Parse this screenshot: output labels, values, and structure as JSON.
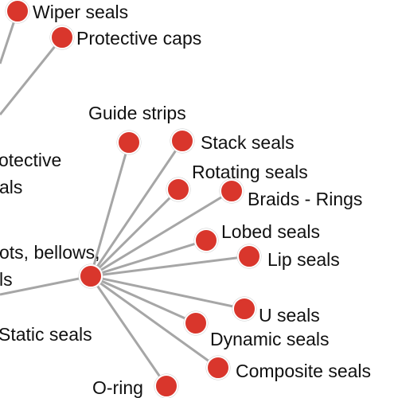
{
  "colors": {
    "node": "#d9362c",
    "edge": "#a6a6a6"
  },
  "labels": {
    "wiper_seals": "Wiper seals",
    "protective_caps": "Protective caps",
    "protective_seals_a": "otective",
    "protective_seals_b": "als",
    "guide_strips": "Guide strips",
    "stack_seals": "Stack seals",
    "rotating_seals": "Rotating seals",
    "braids_rings": "Braids - Rings",
    "lobed_seals": "Lobed seals",
    "lip_seals": "Lip seals",
    "boots_bellows_a": "ots, bellows,",
    "boots_bellows_b": "ls",
    "u_seals": "U seals",
    "static_seals": "Static seals",
    "dynamic_seals": "Dynamic seals",
    "composite_seals": "Composite seals",
    "o_ring": "O-ring"
  }
}
